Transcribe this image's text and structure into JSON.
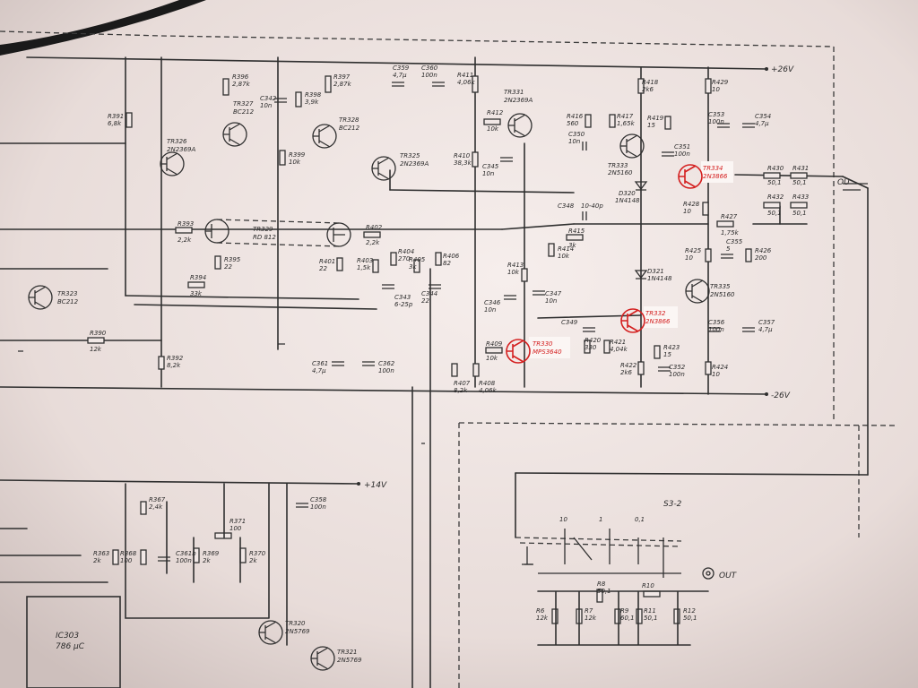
{
  "rails": {
    "pos26": "+26V",
    "neg26": "-26V",
    "pos14": "+14V",
    "out_upper": "OU",
    "out_lower": "OUT"
  },
  "switch": {
    "name": "S3-2",
    "positions": [
      "10",
      "1",
      "0,1"
    ]
  },
  "transistors": [
    {
      "ref": "TR326",
      "type": "2N2369A",
      "highlight": false
    },
    {
      "ref": "TR327",
      "type": "BC212",
      "highlight": false
    },
    {
      "ref": "TR328",
      "type": "BC212",
      "highlight": false
    },
    {
      "ref": "TR325",
      "type": "2N2369A",
      "highlight": false
    },
    {
      "ref": "TR331",
      "type": "2N2369A",
      "highlight": false
    },
    {
      "ref": "TR333",
      "type": "2N5160",
      "highlight": false
    },
    {
      "ref": "TR334",
      "type": "2N3866",
      "highlight": true
    },
    {
      "ref": "TR329",
      "type": "RD 812",
      "highlight": false
    },
    {
      "ref": "TR323",
      "type": "BC212",
      "highlight": false
    },
    {
      "ref": "TR335",
      "type": "2N5160",
      "highlight": false
    },
    {
      "ref": "TR332",
      "type": "2N3866",
      "highlight": true
    },
    {
      "ref": "TR330",
      "type": "MPS3640",
      "highlight": true
    },
    {
      "ref": "TR320",
      "type": "2N5769",
      "highlight": false
    },
    {
      "ref": "TR321",
      "type": "2N5769",
      "highlight": false
    }
  ],
  "resistors": [
    {
      "ref": "R396",
      "value": "2,87k"
    },
    {
      "ref": "R397",
      "value": "2,87k"
    },
    {
      "ref": "R398",
      "value": "3,9k"
    },
    {
      "ref": "R399",
      "value": "10k"
    },
    {
      "ref": "R391",
      "value": "6,8k"
    },
    {
      "ref": "R411",
      "value": "4,06k"
    },
    {
      "ref": "R412",
      "value": "10k"
    },
    {
      "ref": "R410",
      "value": "38,3k"
    },
    {
      "ref": "R418",
      "value": "2k6"
    },
    {
      "ref": "R416",
      "value": "560"
    },
    {
      "ref": "R417",
      "value": "1,65k"
    },
    {
      "ref": "R419",
      "value": "15"
    },
    {
      "ref": "R429",
      "value": "10"
    },
    {
      "ref": "R430",
      "value": "50,1"
    },
    {
      "ref": "R431",
      "value": "50,1"
    },
    {
      "ref": "R432",
      "value": "50,1"
    },
    {
      "ref": "R433",
      "value": "50,1"
    },
    {
      "ref": "R428",
      "value": "10"
    },
    {
      "ref": "R427",
      "value": "1,75k"
    },
    {
      "ref": "R425",
      "value": "10"
    },
    {
      "ref": "R426",
      "value": "200"
    },
    {
      "ref": "R393",
      "value": "2,2k"
    },
    {
      "ref": "R402",
      "value": "2,2k"
    },
    {
      "ref": "R395",
      "value": "22"
    },
    {
      "ref": "R401",
      "value": "22"
    },
    {
      "ref": "R394",
      "value": "33k"
    },
    {
      "ref": "R403",
      "value": "1,5k"
    },
    {
      "ref": "R404",
      "value": "270"
    },
    {
      "ref": "R405",
      "value": "3k"
    },
    {
      "ref": "R406",
      "value": "82"
    },
    {
      "ref": "R415",
      "value": "3k"
    },
    {
      "ref": "R414",
      "value": "10k"
    },
    {
      "ref": "R413",
      "value": "10k"
    },
    {
      "ref": "R390",
      "value": "12k"
    },
    {
      "ref": "R392",
      "value": "8,2k"
    },
    {
      "ref": "R409",
      "value": "10k"
    },
    {
      "ref": "R407",
      "value": "8,2k"
    },
    {
      "ref": "R408",
      "value": "4,06k"
    },
    {
      "ref": "R420",
      "value": "330"
    },
    {
      "ref": "R421",
      "value": "4,04k"
    },
    {
      "ref": "R423",
      "value": "15"
    },
    {
      "ref": "R422",
      "value": "2k6"
    },
    {
      "ref": "R424",
      "value": "10"
    },
    {
      "ref": "R367",
      "value": "2,4k"
    },
    {
      "ref": "R368",
      "value": "100"
    },
    {
      "ref": "R369",
      "value": "2k"
    },
    {
      "ref": "R370",
      "value": "2k"
    },
    {
      "ref": "R371",
      "value": "100"
    },
    {
      "ref": "R363",
      "value": "2k"
    },
    {
      "ref": "R6",
      "value": "12k"
    },
    {
      "ref": "R7",
      "value": "12k"
    },
    {
      "ref": "R8",
      "value": "50,1"
    },
    {
      "ref": "R9",
      "value": "60,1"
    },
    {
      "ref": "R10",
      "value": ""
    },
    {
      "ref": "R11",
      "value": "50,1"
    },
    {
      "ref": "R12",
      "value": "50,1"
    }
  ],
  "capacitors": [
    {
      "ref": "C359",
      "value": "4,7µ"
    },
    {
      "ref": "C360",
      "value": "100n"
    },
    {
      "ref": "C342",
      "value": "10n"
    },
    {
      "ref": "C350",
      "value": "10n"
    },
    {
      "ref": "C351",
      "value": "100n"
    },
    {
      "ref": "C353",
      "value": "100n"
    },
    {
      "ref": "C354",
      "value": "4,7µ"
    },
    {
      "ref": "C345",
      "value": "10n"
    },
    {
      "ref": "C348",
      "value": "10-40p"
    },
    {
      "ref": "C355",
      "value": "5"
    },
    {
      "ref": "C343",
      "value": "6-25p"
    },
    {
      "ref": "C344",
      "value": "22"
    },
    {
      "ref": "C346",
      "value": "10n"
    },
    {
      "ref": "C347",
      "value": "10n"
    },
    {
      "ref": "C349",
      "value": ""
    },
    {
      "ref": "C356",
      "value": "100n"
    },
    {
      "ref": "C357",
      "value": "4,7µ"
    },
    {
      "ref": "C361",
      "value": "4,7µ"
    },
    {
      "ref": "C362",
      "value": "100n"
    },
    {
      "ref": "C352",
      "value": "100n"
    },
    {
      "ref": "C358",
      "value": "100n"
    },
    {
      "ref": "C361b",
      "value": "100n"
    }
  ],
  "diodes": [
    {
      "ref": "D320",
      "type": "1N4148"
    },
    {
      "ref": "D321",
      "type": "1N4148"
    }
  ],
  "ic": {
    "ref": "IC303",
    "type": "786 µC"
  },
  "highlight_color": "#d42020"
}
